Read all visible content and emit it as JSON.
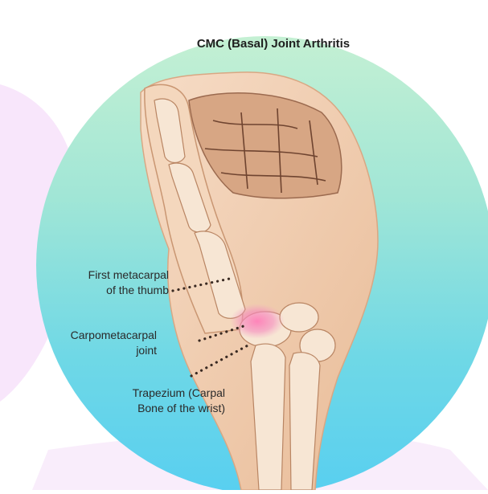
{
  "title": "CMC (Basal) Joint Arthritis",
  "labels": {
    "metacarpal": {
      "line1": "First metacarpal",
      "line2": "of the thumb"
    },
    "cmc_joint": {
      "line1": "Carpometacarpal",
      "line2": "joint"
    },
    "trapezium": {
      "line1": "Trapezium (Carpal",
      "line2": "Bone of the wrist)"
    }
  },
  "colors": {
    "circle_top": "#b8edcf",
    "circle_bottom": "#5fd3ee",
    "left_blob": "#f7e4fb",
    "skin": "#f1cdb0",
    "bone": "#f3dcc4",
    "inflammation": "#f07ab0",
    "leader_dots": "#3a2a22"
  }
}
